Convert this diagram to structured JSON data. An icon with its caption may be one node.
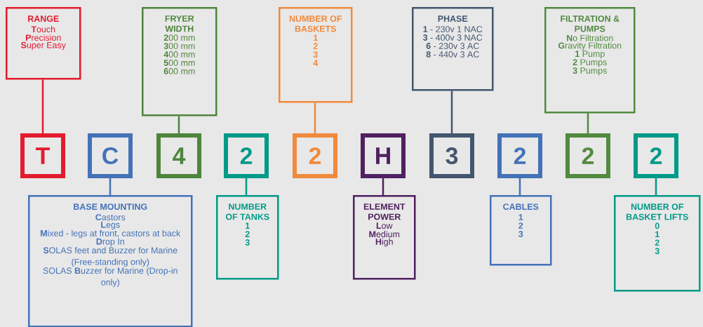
{
  "diagram": {
    "nodes": [
      {
        "text": [
          "RANGE",
          "**T**ouch",
          "**P**recision",
          "**S**uper Easy"
        ]
      },
      {
        "text": [
          "FRYER WIDTH",
          "**2**00 mm",
          "**3**00 mm",
          "**4**00 mm",
          "**5**00 mm",
          "**6**00 mm"
        ]
      },
      {
        "text": [
          "NUMBER OF BASKETS",
          "1",
          "2",
          "3",
          "4"
        ]
      },
      {
        "text": [
          "PHASE",
          "**1** - 230v 1 NAC",
          "**3** - 400v 3 NAC",
          "**6** - 230v 3 AC",
          "**8** - 440v 3 AC"
        ]
      },
      {
        "text": [
          "FILTRATION & PUMPS",
          "**N**o Filtration",
          "**G**ravity Filtration",
          "**1** Pump",
          "**2** Pumps",
          "**3** Pumps"
        ]
      },
      {
        "text": [
          "T"
        ]
      },
      {
        "text": [
          "C"
        ]
      },
      {
        "text": [
          "4"
        ]
      },
      {
        "text": [
          "2"
        ]
      },
      {
        "text": [
          "2"
        ]
      },
      {
        "text": [
          "H"
        ]
      },
      {
        "text": [
          "3"
        ]
      },
      {
        "text": [
          "2"
        ]
      },
      {
        "text": [
          "2"
        ]
      },
      {
        "text": [
          "2"
        ]
      },
      {
        "text": [
          "BASE MOUNTING",
          "**C**astors",
          "**L**egs",
          "**M**ixed - legs at front, castors at back",
          "**D**rop In",
          "**S**OLAS feet and Buzzer for Marine (Free-standing only)",
          "SOLAS **B**uzzer for Marine (Drop-in only)"
        ]
      },
      {
        "text": [
          "NUMBER OF TANKS",
          "1",
          "2",
          "3"
        ]
      },
      {
        "text": [
          "ELEMENT POWER",
          "**L**ow",
          "**M**edium",
          "**H**igh"
        ]
      },
      {
        "text": [
          "CABLES",
          "1",
          "2",
          "3"
        ]
      },
      {
        "text": [
          "NUMBER OF BASKET LIFTS",
          "0",
          "1",
          "2",
          "3"
        ]
      }
    ],
    "edges": [
      {
        "from": 0,
        "to": 5,
        "arrow": "none",
        "color": "#e31b2f"
      },
      {
        "from": 1,
        "to": 7,
        "arrow": "none",
        "color": "#4e853c"
      },
      {
        "from": 2,
        "to": 9,
        "arrow": "none",
        "color": "#f08a3c"
      },
      {
        "from": 3,
        "to": 11,
        "arrow": "none",
        "color": "#43566f"
      },
      {
        "from": 4,
        "to": 13,
        "arrow": "none",
        "color": "#528a40"
      },
      {
        "from": 15,
        "to": 6,
        "arrow": "none",
        "color": "#4472b8"
      },
      {
        "from": 16,
        "to": 8,
        "arrow": "none",
        "color": "#009a88"
      },
      {
        "from": 17,
        "to": 10,
        "arrow": "none",
        "color": "#4f2160"
      },
      {
        "from": 18,
        "to": 12,
        "arrow": "none",
        "color": "#4472b8"
      },
      {
        "from": 19,
        "to": 14,
        "arrow": "none",
        "color": "#009a88"
      }
    ]
  }
}
